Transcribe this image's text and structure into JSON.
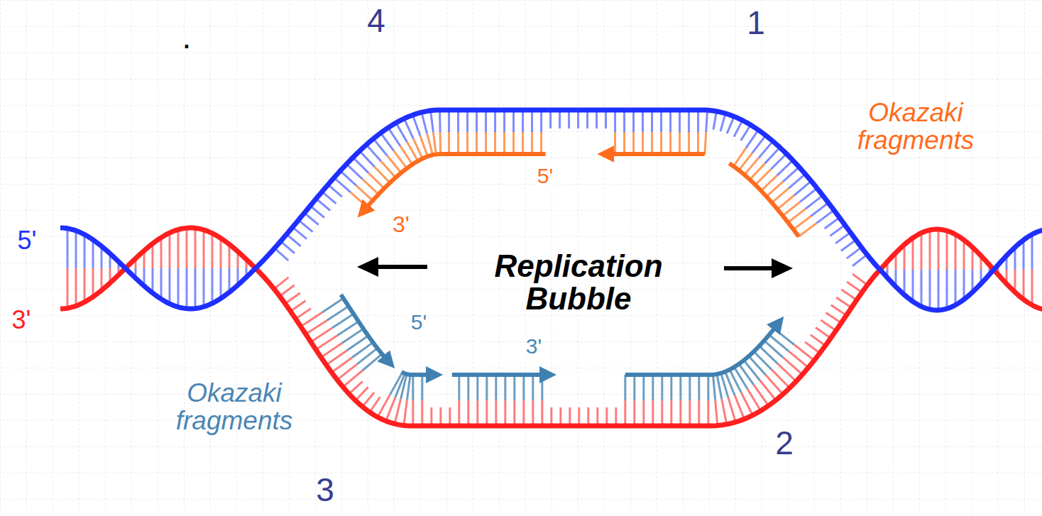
{
  "diagram": {
    "labels": [
      "4",
      "1",
      ".",
      "Okazaki fragments",
      "5'",
      "3'",
      "5'",
      "Replication Bubble",
      "3'",
      "5'",
      "3'",
      "Okazaki fragments",
      "2",
      "3"
    ]
  }
}
